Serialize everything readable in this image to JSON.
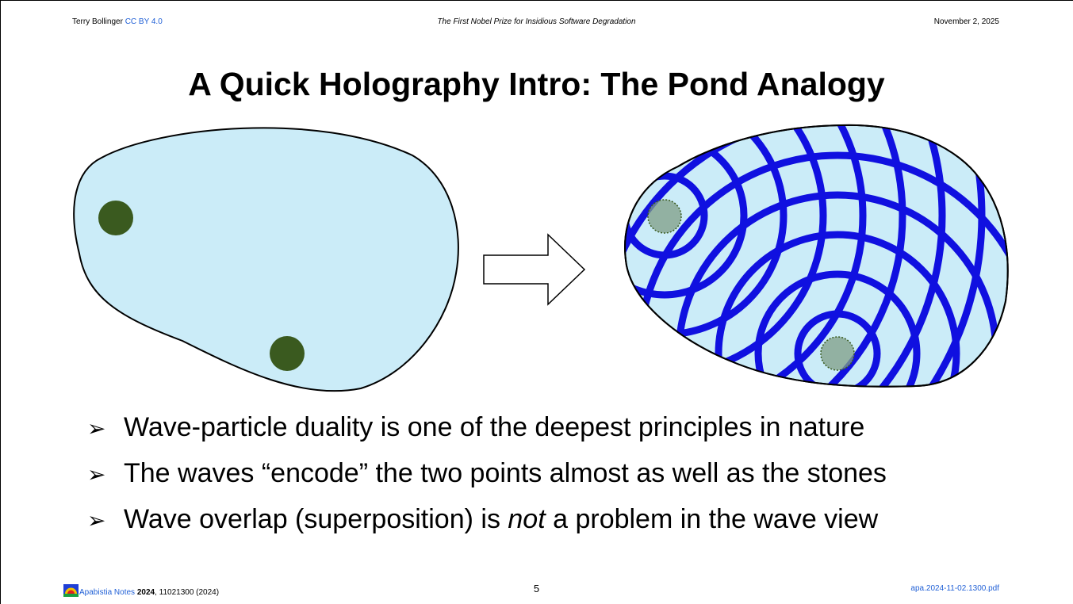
{
  "header": {
    "author": "Terry Bollinger",
    "license": "CC BY 4.0",
    "center_title": "The First Nobel Prize for Insidious Software Degradation",
    "date": "November 2, 2025"
  },
  "slide": {
    "title": "A Quick Holography Intro: The Pond Analogy",
    "bullets": [
      {
        "mark": "➢",
        "pre": "Wave-particle duality is one of the deepest principles in nature",
        "em": "",
        "post": ""
      },
      {
        "mark": "➢",
        "pre": "The waves “encode” the two points almost as well as the stones",
        "em": "",
        "post": ""
      },
      {
        "mark": "➢",
        "pre": "Wave overlap (superposition) is ",
        "em": "not",
        "post": " a problem in the wave view"
      }
    ]
  },
  "footer": {
    "brand": "Apabistia Notes",
    "year": "2024",
    "ref": ", 11021300 (2024)",
    "page": "5",
    "file": "apa.2024-11-02.1300.pdf"
  },
  "colors": {
    "pond": "#cbecf8",
    "stone": "#3a5a1f",
    "wave": "#1010e0",
    "ghost_stone": "#7f9e86"
  }
}
